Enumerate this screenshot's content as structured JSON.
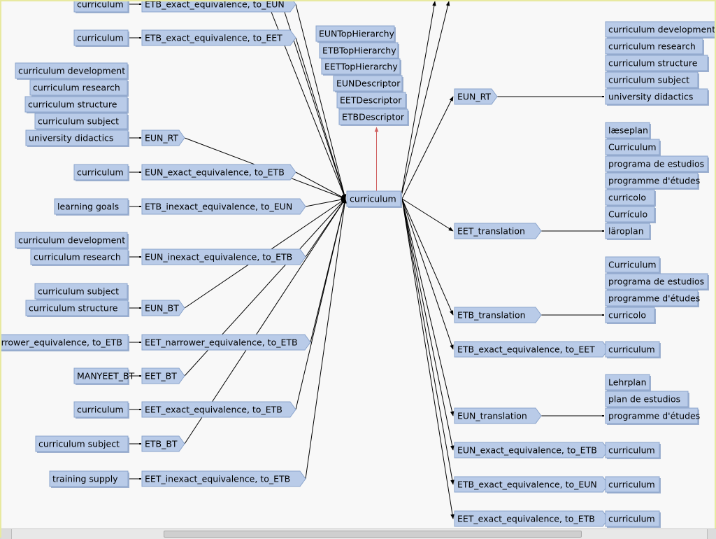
{
  "center": "curriculum",
  "top_labels": [
    "EUNTopHierarchy",
    "ETBTopHierarchy",
    "EETTopHierarchy",
    "EUNDescriptor",
    "EETDescriptor",
    "ETBDescriptor"
  ],
  "left_rows": [
    {
      "rel": "ETB_exact_equivalence, to_EUN",
      "nodes": [
        "curriculum"
      ]
    },
    {
      "rel": "ETB_exact_equivalence, to_EET",
      "nodes": [
        "curriculum"
      ]
    },
    {
      "rel": "EUN_RT",
      "nodes": [
        "curriculum development",
        "curriculum research",
        "curriculum structure",
        "curriculum subject",
        "university didactics"
      ]
    },
    {
      "rel": "EUN_exact_equivalence, to_ETB",
      "nodes": [
        "curriculum"
      ]
    },
    {
      "rel": "ETB_inexact_equivalence, to_EUN",
      "nodes": [
        "learning goals"
      ]
    },
    {
      "rel": "EUN_inexact_equivalence, to_ETB",
      "nodes": [
        "curriculum development",
        "curriculum research"
      ]
    },
    {
      "rel": "EUN_BT",
      "nodes": [
        "curriculum subject",
        "curriculum structure"
      ]
    },
    {
      "rel": "EET_narrower_equivalence, to_ETB",
      "nodes": [
        "narrower_equivalence, to_ETB"
      ]
    },
    {
      "rel": "EET_BT",
      "nodes": [
        "MANYEET_BT"
      ]
    },
    {
      "rel": "EET_exact_equivalence, to_ETB",
      "nodes": [
        "curriculum"
      ]
    },
    {
      "rel": "ETB_BT",
      "nodes": [
        "curriculum subject"
      ]
    },
    {
      "rel": "EET_inexact_equivalence, to_ETB",
      "nodes": [
        "training supply"
      ]
    }
  ],
  "right_rows": [
    {
      "rel": "EUN_RT",
      "nodes": [
        "curriculum development",
        "curriculum research",
        "curriculum structure",
        "curriculum subject",
        "university didactics"
      ]
    },
    {
      "rel": "EET_translation",
      "nodes": [
        "læseplan",
        "Curriculum",
        "programa de estudios",
        "programme d'études",
        "curricolo",
        "Currículo",
        "läroplan"
      ]
    },
    {
      "rel": "ETB_translation",
      "nodes": [
        "Curriculum",
        "programa de estudios",
        "programme d'études",
        "curricolo"
      ]
    },
    {
      "rel": "ETB_exact_equivalence, to_EET",
      "nodes": [
        "curriculum"
      ]
    },
    {
      "rel": "EUN_translation",
      "nodes": [
        "Lehrplan",
        "plan de estudios",
        "programme d'études"
      ]
    },
    {
      "rel": "EUN_exact_equivalence, to_ETB",
      "nodes": [
        "curriculum"
      ]
    },
    {
      "rel": "ETB_exact_equivalence, to_EUN",
      "nodes": [
        "curriculum"
      ]
    },
    {
      "rel": "EET_exact_equivalence, to_ETB",
      "nodes": [
        "curriculum"
      ]
    }
  ]
}
